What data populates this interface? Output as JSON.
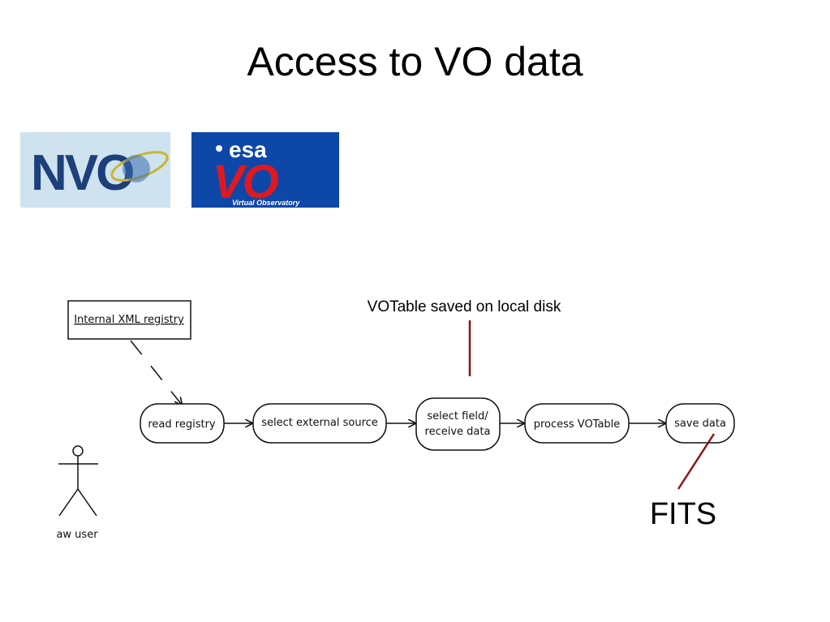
{
  "slide": {
    "title": "Access to VO data"
  },
  "logos": {
    "nvo": {
      "text": "NVO",
      "colors": {
        "background": "#cfe2f0",
        "letters": "#1d3f7a",
        "ring": "#c9b630"
      }
    },
    "esa_vo": {
      "text_top": "esa",
      "text_main": "VO",
      "text_sub": "Virtual Observatory",
      "colors": {
        "background": "#0d47a8",
        "vo": "#e0191f",
        "white": "#ffffff"
      }
    }
  },
  "diagram": {
    "registry_box": "Internal XML registry",
    "nodes": [
      {
        "id": "read",
        "label": "read registry"
      },
      {
        "id": "select_source",
        "label": "select external source"
      },
      {
        "id": "select_field",
        "label_line1": "select field/",
        "label_line2": "receive data"
      },
      {
        "id": "process",
        "label": "process VOTable"
      },
      {
        "id": "save",
        "label": "save data"
      }
    ],
    "actor_label": "aw user",
    "note_votable": "VOTable saved on local disk",
    "note_fits": "FITS",
    "colors": {
      "note_line": "#8b1414",
      "outline": "#111111"
    }
  }
}
